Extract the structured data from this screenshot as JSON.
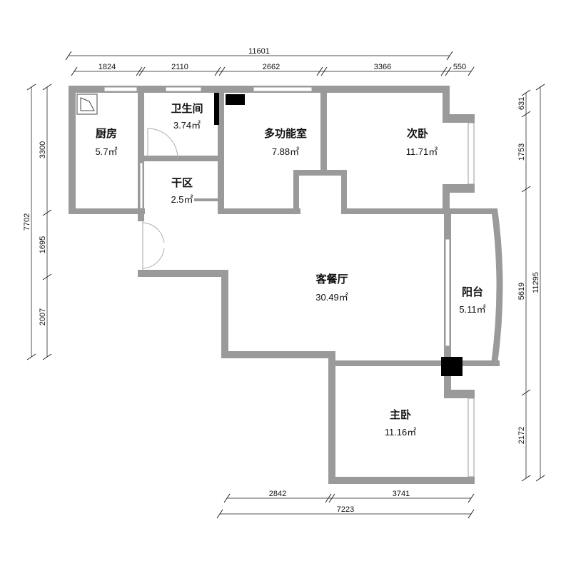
{
  "rooms": [
    {
      "name": "厨房",
      "area": "5.7㎡"
    },
    {
      "name": "卫生间",
      "area": "3.74㎡"
    },
    {
      "name": "干区",
      "area": "2.5㎡"
    },
    {
      "name": "多功能室",
      "area": "7.88㎡"
    },
    {
      "name": "次卧",
      "area": "11.71㎡"
    },
    {
      "name": "客餐厅",
      "area": "30.49㎡"
    },
    {
      "name": "阳台",
      "area": "5.11㎡"
    },
    {
      "name": "主卧",
      "area": "11.16㎡"
    }
  ],
  "dimensions": {
    "top_total": "11601",
    "top": [
      "1824",
      "2110",
      "2662",
      "3366",
      "550"
    ],
    "left_total": "7702",
    "left": [
      "3300",
      "1695",
      "2007"
    ],
    "right_total": "11295",
    "right": [
      "631",
      "1753",
      "5619",
      "2172"
    ],
    "bottom": [
      "2842",
      "3741"
    ],
    "bottom_total": "7223"
  },
  "colors": {
    "wall": "#9a9a9a",
    "column": "#000000"
  }
}
